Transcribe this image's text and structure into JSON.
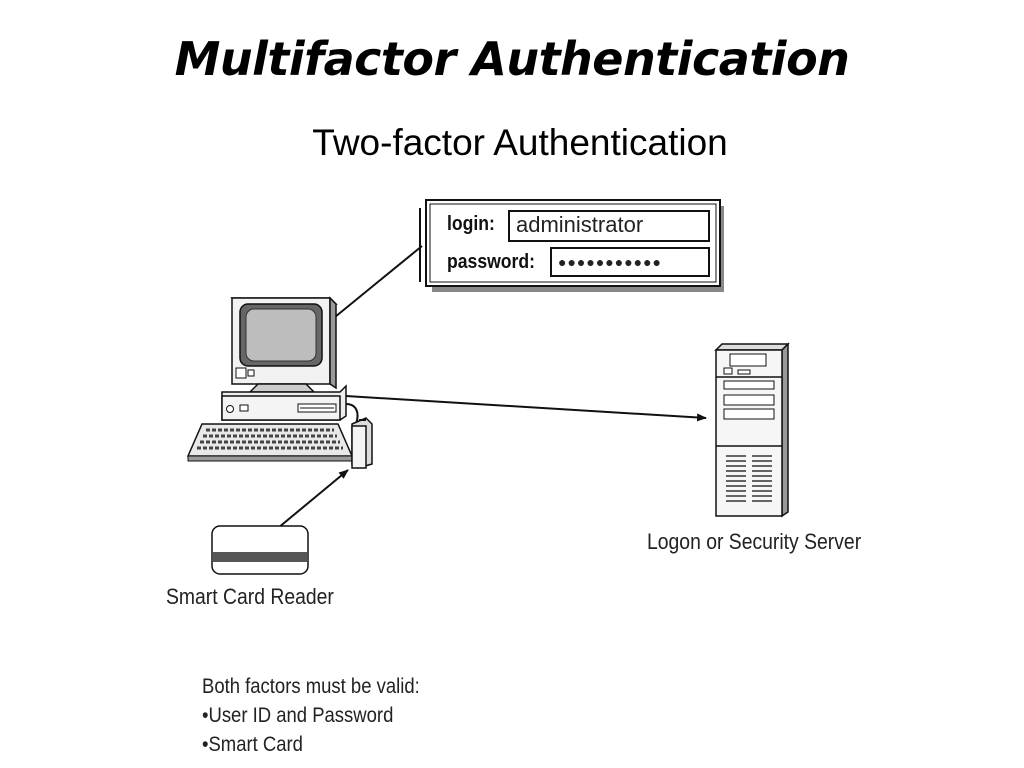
{
  "slide": {
    "title": "Multifactor Authentication",
    "subtitle": "Two-factor Authentication"
  },
  "login_dialog": {
    "login_label": "login:",
    "login_value": "administrator",
    "password_label": "password:",
    "password_value": "●●●●●●●●●●●"
  },
  "labels": {
    "smart_card_reader": "Smart Card Reader",
    "server": "Logon or Security Server"
  },
  "notes": {
    "heading": "Both factors must be valid:",
    "items": [
      "•User ID and Password",
      "•Smart Card"
    ]
  }
}
